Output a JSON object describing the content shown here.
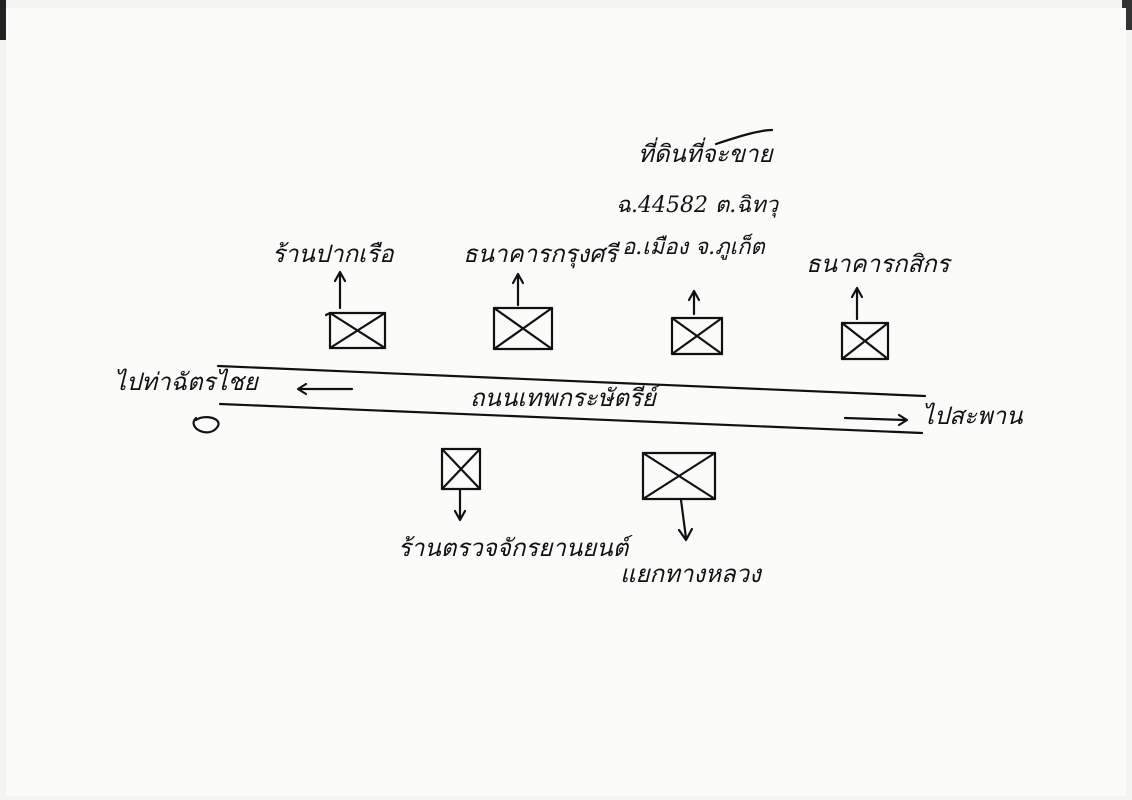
{
  "road": {
    "name": "ถนนเทพกระษัตรีย์",
    "west_label": "ไปท่าฉัตรไชย",
    "east_label": "ไปสะพาน"
  },
  "places_north": [
    {
      "label": "ร้านปากเรือ"
    },
    {
      "label": "ธนาคารกรุงศรี"
    },
    {
      "label": "ที่ดินที่จะขาย",
      "deed_line": "ฉ.44582 ต.ฉิทวุ",
      "area_line": "อ.เมือง จ.ภูเก็ต"
    },
    {
      "label": "ธนาคารกสิกร"
    }
  ],
  "places_south": [
    {
      "label": "ร้านตรวจจักรยานยนต์"
    },
    {
      "label": "แยกทางหลวง"
    }
  ]
}
